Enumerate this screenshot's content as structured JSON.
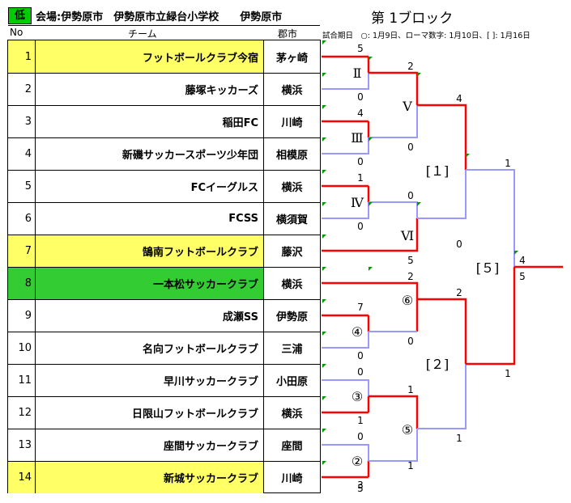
{
  "header": {
    "badge": "低",
    "venue": "会場:伊勢原市　伊勢原市立緑台小学校　　伊勢原市",
    "block_title": "第 1ブロック",
    "col_no": "No",
    "col_team": "チーム",
    "col_city": "郡市",
    "schedule_note": "試合期日　○: 1月9日、ローマ数字: 1月10日、[ ]: 1月16日"
  },
  "colors": {
    "badge": "#00cc00",
    "yellow_row": "#ffff66",
    "green_row": "#33cc33",
    "win_line": "#ff0000",
    "lose_line": "#9999ff"
  },
  "teams": [
    {
      "no": "1",
      "name": "フットボールクラブ今宿",
      "city": "茅ヶ崎",
      "highlight": "yellow"
    },
    {
      "no": "2",
      "name": "藤塚キッカーズ",
      "city": "横浜",
      "highlight": "none"
    },
    {
      "no": "3",
      "name": "稲田FC",
      "city": "川崎",
      "highlight": "none"
    },
    {
      "no": "4",
      "name": "新磯サッカースポーツ少年団",
      "city": "相模原",
      "highlight": "none"
    },
    {
      "no": "5",
      "name": "FCイーグルス",
      "city": "横浜",
      "highlight": "none"
    },
    {
      "no": "6",
      "name": "FCSS",
      "city": "横須賀",
      "highlight": "none"
    },
    {
      "no": "7",
      "name": "鵠南フットボールクラブ",
      "city": "藤沢",
      "highlight": "yellow"
    },
    {
      "no": "8",
      "name": "一本松サッカークラブ",
      "city": "横浜",
      "highlight": "green"
    },
    {
      "no": "9",
      "name": "成瀬SS",
      "city": "伊勢原",
      "highlight": "none"
    },
    {
      "no": "10",
      "name": "名向フットボールクラブ",
      "city": "三浦",
      "highlight": "none"
    },
    {
      "no": "11",
      "name": "早川サッカークラブ",
      "city": "小田原",
      "highlight": "none"
    },
    {
      "no": "12",
      "name": "日限山フットボールクラブ",
      "city": "横浜",
      "highlight": "none"
    },
    {
      "no": "13",
      "name": "座間サッカークラブ",
      "city": "座間",
      "highlight": "none"
    },
    {
      "no": "14",
      "name": "新城サッカークラブ",
      "city": "川崎",
      "highlight": "yellow"
    }
  ],
  "matches": {
    "II": {
      "label": "Ⅱ",
      "score_top": "5",
      "score_bottom": "0"
    },
    "III": {
      "label": "Ⅲ",
      "score_top": "4",
      "score_bottom": "0"
    },
    "IV": {
      "label": "Ⅳ",
      "score_top": "1",
      "score_bottom": "0"
    },
    "V": {
      "label": "Ⅴ",
      "score_top": "2",
      "score_bottom": "0"
    },
    "VI": {
      "label": "Ⅵ",
      "score_top": "0",
      "score_bottom": "5"
    },
    "m1": {
      "label": "[１]",
      "score_top": "4",
      "score_bottom": "0"
    },
    "m6": {
      "label": "⑥",
      "score_top": "2",
      "score_bottom": "0"
    },
    "m4": {
      "label": "④",
      "score_top": "7",
      "score_bottom": "0"
    },
    "m3": {
      "label": "③",
      "score_top": "0",
      "score_bottom": "1"
    },
    "m5": {
      "label": "⑤",
      "score_top": "1",
      "score_bottom": "1"
    },
    "m2": {
      "label": "②",
      "score_top": "0",
      "score_bottom": "3"
    },
    "m2b": {
      "label": "[２]",
      "score_top": "2",
      "score_bottom": "1"
    },
    "final": {
      "label": "[５]",
      "score_top": "1",
      "score_bottom": "1"
    },
    "final_out": {
      "score_top": "4",
      "score_bottom": "5"
    }
  },
  "extra_scores": {
    "team14": "5"
  }
}
